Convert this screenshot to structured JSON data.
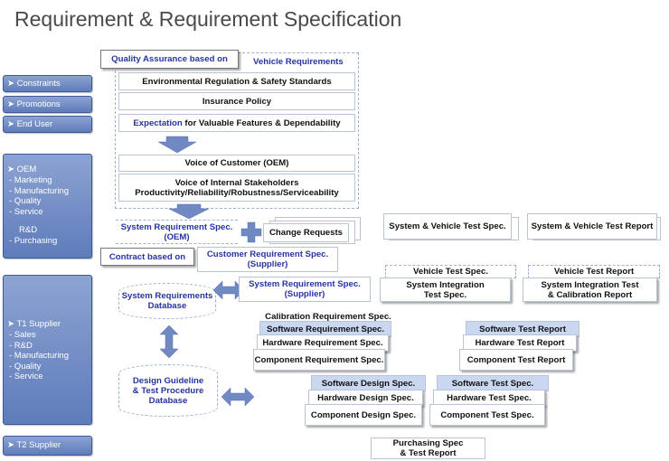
{
  "title": "Requirement & Requirement Specification",
  "sidebar": {
    "constraints": "Constraints",
    "promotions": "Promotions",
    "end_user": "End User",
    "oem": {
      "label": "OEM",
      "items": [
        "- Marketing",
        "- Manufacturing",
        "- Quality",
        "- Service",
        "",
        "R&D",
        "- Purchasing"
      ]
    },
    "t1": {
      "label": "T1 Supplier",
      "items": [
        "- Sales",
        "- R&D",
        "- Manufacturing",
        "- Quality",
        "- Service"
      ]
    },
    "t2": "T2 Supplier"
  },
  "qa": {
    "label": "Quality Assurance based on",
    "vehicle_req": "Vehicle Requirements",
    "env_reg": "Environmental Regulation & Safety Standards",
    "insurance": "Insurance Policy",
    "expectation_a": "Expectation",
    "expectation_b": "for Valuable Features & Dependability",
    "voc": "Voice of Customer (OEM)",
    "vois_1": "Voice of Internal Stakeholders",
    "vois_2": "Productivity/Reliability/Robustness/Serviceability"
  },
  "middle": {
    "sys_req_oem_1": "System Requirement Spec.",
    "sys_req_oem_2": "(OEM)",
    "change_requests": "Change Requests",
    "contract": "Contract based on",
    "cust_req_1": "Customer Requirement Spec.",
    "cust_req_2": "(Supplier)",
    "sys_req_sup_1": "System Requirement Spec.",
    "sys_req_sup_2": "(Supplier)",
    "sys_db_1": "System Requirements",
    "sys_db_2": "Database",
    "design_db_1": "Design Guideline",
    "design_db_2": "& Test Procedure",
    "design_db_3": "Database"
  },
  "req_stack": [
    "Calibration Requirement Spec.",
    "Software Requirement Spec.",
    "Hardware Requirement Spec.",
    "Component Requirement Spec."
  ],
  "design_stack": [
    "Software Design Spec.",
    "Hardware Design Spec.",
    "Component Design Spec."
  ],
  "test_spec_stack": [
    "Software Test Spec.",
    "Hardware Test Spec.",
    "Component Test Spec."
  ],
  "test_report_stack": [
    "Software Test Report",
    "Hardware Test Report",
    "Component Test Report"
  ],
  "right": {
    "sys_vehicle_test_spec": "System & Vehicle Test Spec.",
    "sys_vehicle_test_report": "System & Vehicle Test Report",
    "vehicle_test_spec": "Vehicle Test Spec.",
    "sys_int_test_spec_1": "System Integration",
    "sys_int_test_spec_2": "Test Spec.",
    "vehicle_test_report": "Vehicle Test Report",
    "sys_int_test_cal_1": "System Integration Test",
    "sys_int_test_cal_2": "& Calibration Report"
  },
  "purchasing_1": "Purchasing Spec",
  "purchasing_2": "& Test Report"
}
